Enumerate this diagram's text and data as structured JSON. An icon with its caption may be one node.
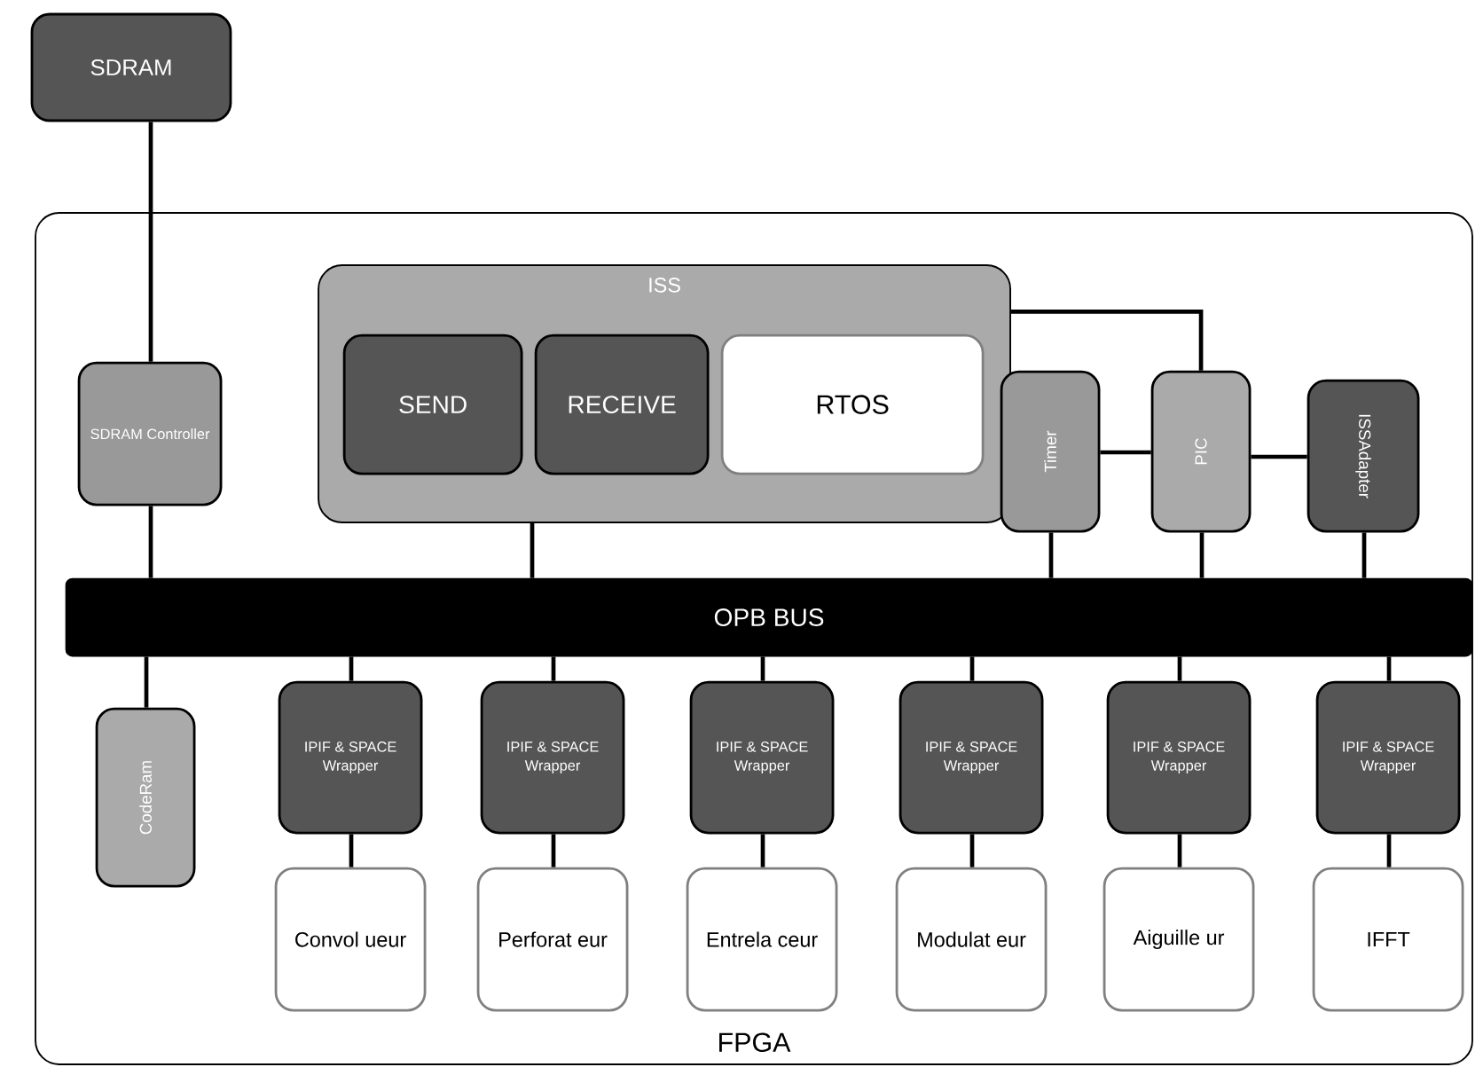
{
  "diagram": {
    "nodes": [
      {
        "text": [
          "SDRAM"
        ]
      },
      {
        "text": [
          "FPGA"
        ]
      },
      {
        "text": [
          "SDRAM Controller"
        ],
        "in": 1
      },
      {
        "text": [
          "ISS"
        ],
        "in": 1
      },
      {
        "text": [
          "SEND"
        ],
        "in": 3
      },
      {
        "text": [
          "RECEIVE"
        ],
        "in": 3
      },
      {
        "text": [
          "RTOS"
        ],
        "in": 3
      },
      {
        "text": [
          "Timer"
        ],
        "in": 1
      },
      {
        "text": [
          "PIC"
        ],
        "in": 1
      },
      {
        "text": [
          "ISSAdapter"
        ],
        "in": 1
      },
      {
        "text": [
          "OPB BUS"
        ],
        "in": 1
      },
      {
        "text": [
          "CodeRam"
        ],
        "in": 1
      },
      {
        "text": [
          "IPIF & SPACE Wrapper"
        ],
        "in": 1
      },
      {
        "text": [
          "IPIF & SPACE Wrapper"
        ],
        "in": 1
      },
      {
        "text": [
          "IPIF & SPACE Wrapper"
        ],
        "in": 1
      },
      {
        "text": [
          "IPIF & SPACE Wrapper"
        ],
        "in": 1
      },
      {
        "text": [
          "IPIF & SPACE Wrapper"
        ],
        "in": 1
      },
      {
        "text": [
          "IPIF & SPACE Wrapper"
        ],
        "in": 1
      },
      {
        "text": [
          "Convol ueur"
        ],
        "in": 1
      },
      {
        "text": [
          "Perforat eur"
        ],
        "in": 1
      },
      {
        "text": [
          "Entrela ceur"
        ],
        "in": 1
      },
      {
        "text": [
          "Modulat eur"
        ],
        "in": 1
      },
      {
        "text": [
          "Aiguille ur"
        ],
        "in": 1
      },
      {
        "text": [
          "IFFT"
        ],
        "in": 1
      }
    ],
    "edges": [
      {
        "from": 0,
        "to": 2,
        "arrow": "none"
      },
      {
        "from": 2,
        "to": 10,
        "arrow": "none"
      },
      {
        "from": 3,
        "to": 10,
        "arrow": "none"
      },
      {
        "from": 3,
        "to": 8,
        "arrow": "none"
      },
      {
        "from": 7,
        "to": 8,
        "arrow": "none"
      },
      {
        "from": 8,
        "to": 9,
        "arrow": "none"
      },
      {
        "from": 7,
        "to": 10,
        "arrow": "none"
      },
      {
        "from": 8,
        "to": 10,
        "arrow": "none"
      },
      {
        "from": 9,
        "to": 10,
        "arrow": "none"
      },
      {
        "from": 10,
        "to": 11,
        "arrow": "none"
      },
      {
        "from": 10,
        "to": 12,
        "arrow": "none"
      },
      {
        "from": 10,
        "to": 13,
        "arrow": "none"
      },
      {
        "from": 10,
        "to": 14,
        "arrow": "none"
      },
      {
        "from": 10,
        "to": 15,
        "arrow": "none"
      },
      {
        "from": 10,
        "to": 16,
        "arrow": "none"
      },
      {
        "from": 10,
        "to": 17,
        "arrow": "none"
      },
      {
        "from": 12,
        "to": 18,
        "arrow": "none"
      },
      {
        "from": 13,
        "to": 19,
        "arrow": "none"
      },
      {
        "from": 14,
        "to": 20,
        "arrow": "none"
      },
      {
        "from": 15,
        "to": 21,
        "arrow": "none"
      },
      {
        "from": 16,
        "to": 22,
        "arrow": "none"
      },
      {
        "from": 17,
        "to": 23,
        "arrow": "none"
      }
    ]
  }
}
